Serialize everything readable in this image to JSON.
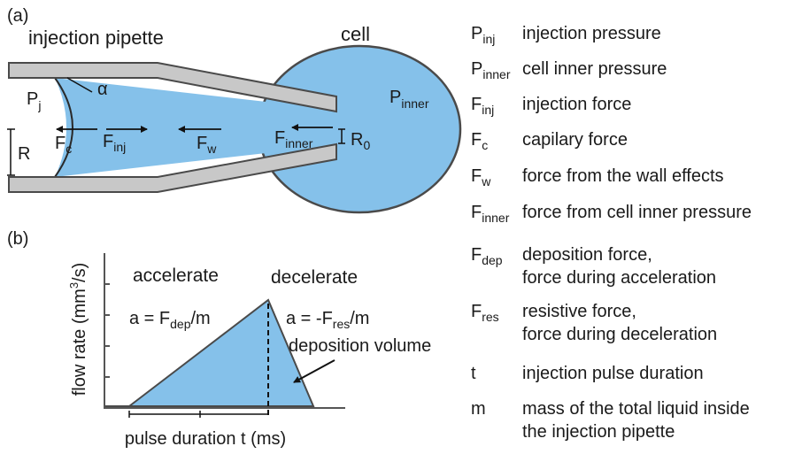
{
  "panel_a": {
    "label": "(a)",
    "pipette_label": "injection pipette",
    "cell_label": "cell",
    "alpha": "α",
    "p_j": {
      "main": "P",
      "sub": "j"
    },
    "p_inner": {
      "main": "P",
      "sub": "inner"
    },
    "r": "R",
    "f_c": {
      "main": "F",
      "sub": "c"
    },
    "f_inj": {
      "main": "F",
      "sub": "inj"
    },
    "f_w": {
      "main": "F",
      "sub": "w"
    },
    "f_inner": {
      "main": "F",
      "sub": "inner"
    },
    "r0": {
      "main": "R",
      "sub": "0"
    }
  },
  "panel_b": {
    "label": "(b)",
    "ylabel": {
      "pre": "flow rate (mm",
      "sup": "3",
      "post": "/s)"
    },
    "xlabel": "pulse duration t (ms)",
    "accelerate": "accelerate",
    "decelerate": "decelerate",
    "eq_accel": {
      "pre": "a = F",
      "sub": "dep",
      "post": "/m"
    },
    "eq_decel": {
      "pre": "a = -F",
      "sub": "res",
      "post": "/m"
    },
    "deposition_volume": "deposition volume"
  },
  "legend": [
    {
      "symbol": "P",
      "sub": "inj",
      "lines": [
        "injection pressure"
      ]
    },
    {
      "symbol": "P",
      "sub": "inner",
      "lines": [
        "cell inner pressure"
      ]
    },
    {
      "symbol": "F",
      "sub": "inj",
      "lines": [
        "injection force"
      ]
    },
    {
      "symbol": "F",
      "sub": "c",
      "lines": [
        "capilary force"
      ]
    },
    {
      "symbol": "F",
      "sub": "w",
      "lines": [
        "force from the wall effects"
      ]
    },
    {
      "symbol": "F",
      "sub": "inner",
      "lines": [
        "force from cell inner pressure"
      ]
    },
    {
      "symbol": "F",
      "sub": "dep",
      "lines": [
        "deposition force,",
        "force during acceleration"
      ]
    },
    {
      "symbol": "F",
      "sub": "res",
      "lines": [
        "resistive force,",
        "force during deceleration"
      ]
    },
    {
      "symbol": "t",
      "sub": "",
      "lines": [
        "injection pulse duration"
      ]
    },
    {
      "symbol": "m",
      "sub": "",
      "lines": [
        "mass of the total liquid inside",
        "the injection pipette"
      ]
    }
  ],
  "colors": {
    "fluid": "#85c1ea",
    "wall": "#c8c8c8",
    "stroke": "#4a4a4a"
  }
}
